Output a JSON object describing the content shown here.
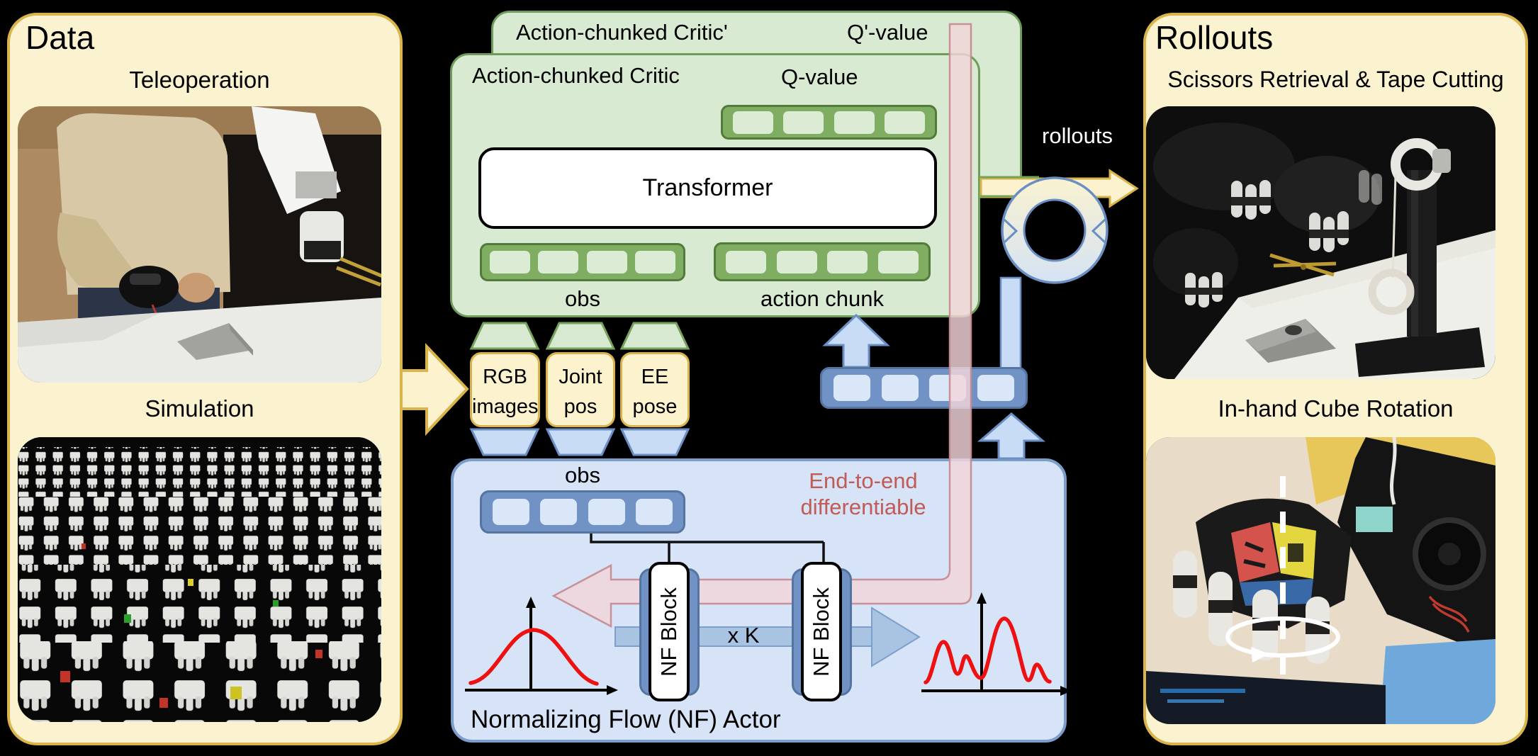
{
  "panels": {
    "data": {
      "title": "Data",
      "teleoperation_label": "Teleoperation",
      "simulation_label": "Simulation"
    },
    "rollouts": {
      "title": "Rollouts",
      "task1_label": "Scissors Retrieval & Tape Cutting",
      "task2_label": "In-hand Cube Rotation"
    }
  },
  "critic": {
    "target_title": "Action-chunked Critic'",
    "target_q_label": "Q'-value",
    "title": "Action-chunked Critic",
    "q_label": "Q-value",
    "transformer_label": "Transformer",
    "obs_label": "obs",
    "action_chunk_label": "action chunk"
  },
  "inputs": {
    "rgb": {
      "line1": "RGB",
      "line2": "images"
    },
    "joint": {
      "line1": "Joint",
      "line2": "pos"
    },
    "ee": {
      "line1": "EE",
      "line2": "pose"
    }
  },
  "actor": {
    "title": "Normalizing Flow (NF) Actor",
    "obs_label": "obs",
    "nf_block_label": "NF Block",
    "repeat_label": "x K",
    "end_to_end": {
      "line1": "End-to-end",
      "line2": "differentiable"
    }
  },
  "flow": {
    "rollouts_label": "rollouts"
  },
  "token_bars": {
    "critic_q": 4,
    "critic_obs": 4,
    "critic_action": 4,
    "actor_obs": 4,
    "rollout_action": 4
  },
  "icons": {
    "tape_roll": "tape-roll-icon",
    "gaussian_curve": "gaussian-distribution-icon",
    "multimodal_curve": "multimodal-distribution-icon",
    "rotation_arrow": "rotation-arrow-icon"
  },
  "colors": {
    "panel_fill": "#FBF2CF",
    "panel_border": "#D9B44A",
    "input_fill": "#FCF2CE",
    "green_fill": "#D9EAD3",
    "green_border": "#6E9C5A",
    "token_green": "#7FAE63",
    "token_green_border": "#527A3A",
    "token_green_cell": "#DCEBD4",
    "blue_fill": "#D7E3F6",
    "blue_border": "#7C9CC9",
    "token_blue": "#7092C4",
    "token_blue_border": "#55749F",
    "token_blue_cell": "#D9E7F8",
    "band_blue": "#A9C3E3",
    "band_blue_border": "#7D9FCB",
    "arrow_blue_fill": "#C9DCF5",
    "arrow_blue_border": "#6B8FC2",
    "trap_green": "#D8E9D2",
    "trap_green_border": "#76A25D",
    "pink_fill": "#F3D6DA",
    "pink_border": "#C58D92",
    "red_accent": "#C05B55",
    "curve_red": "#EE1111",
    "rollouts_text": "#FFFFFF"
  }
}
